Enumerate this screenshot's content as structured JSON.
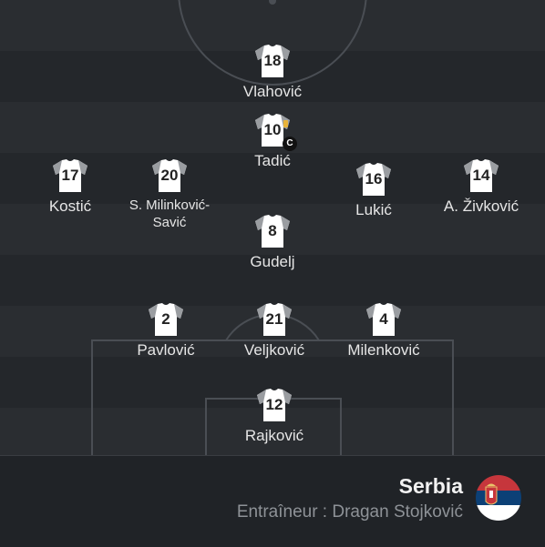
{
  "team": {
    "name": "Serbia",
    "coach_line": "Entraîneur : Dragan Stojković",
    "flag_icon": "serbia-flag-icon",
    "flag_colors": [
      "#c6363c",
      "#0c4076",
      "#ffffff"
    ]
  },
  "colors": {
    "pitch_dark": "#24272b",
    "pitch_light": "#2a2d31",
    "lines": "#4a4e54",
    "shirt": "#ffffff",
    "shirt_sleeves": "#9a9da1",
    "captain_armband": "#e9b43a"
  },
  "players": [
    {
      "number": "18",
      "name": "Vlahović"
    },
    {
      "number": "10",
      "name": "Tadić",
      "captain_badge": "C"
    },
    {
      "number": "17",
      "name": "Kostić"
    },
    {
      "number": "20",
      "name": "S. Milinković-\nSavić"
    },
    {
      "number": "16",
      "name": "Lukić"
    },
    {
      "number": "14",
      "name": "A. Živković"
    },
    {
      "number": "8",
      "name": "Gudelj"
    },
    {
      "number": "2",
      "name": "Pavlović"
    },
    {
      "number": "21",
      "name": "Veljković"
    },
    {
      "number": "4",
      "name": "Milenković"
    },
    {
      "number": "12",
      "name": "Rajković"
    }
  ]
}
